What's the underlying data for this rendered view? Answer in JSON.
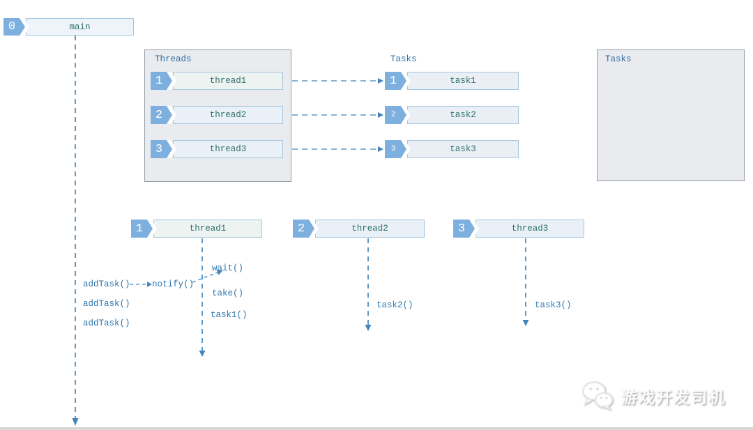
{
  "colors": {
    "badge_blue": "#7eb0df",
    "box_border": "#a5c6df",
    "box_fill_blue": "#e9f0f7",
    "box_fill_green": "#edf3f0",
    "box_fill_task": "#eaeff5",
    "panel_fill": "#e9ebee",
    "panel_border": "#929ba5",
    "line_blue": "#4486bb",
    "label_teal": "#2f6f66",
    "title_blue": "#2b6fa3",
    "call_blue": "#2e77ae"
  },
  "main_node": {
    "badge": "0",
    "label": "main"
  },
  "threads_panel": {
    "title": "Threads",
    "items": [
      {
        "badge": "1",
        "label": "thread1"
      },
      {
        "badge": "2",
        "label": "thread2"
      },
      {
        "badge": "3",
        "label": "thread3"
      }
    ]
  },
  "tasks_queue": {
    "title": "Tasks",
    "items": [
      {
        "badge": "1",
        "label": "task1"
      },
      {
        "badge": "2",
        "label": "task2"
      },
      {
        "badge": "3",
        "label": "task3"
      }
    ]
  },
  "tasks_panel": {
    "title": "Tasks"
  },
  "workers": [
    {
      "badge": "1",
      "label": "thread1"
    },
    {
      "badge": "2",
      "label": "thread2"
    },
    {
      "badge": "3",
      "label": "thread3"
    }
  ],
  "calls": {
    "addTask_1": "addTask()",
    "addTask_2": "addTask()",
    "addTask_3": "addTask()",
    "notify": "notify()",
    "wait": "wait()",
    "take": "take()",
    "task1": "task1()",
    "task2": "task2()",
    "task3": "task3()"
  },
  "watermark": {
    "text": "游戏开发司机",
    "icon": "wechat-icon"
  }
}
